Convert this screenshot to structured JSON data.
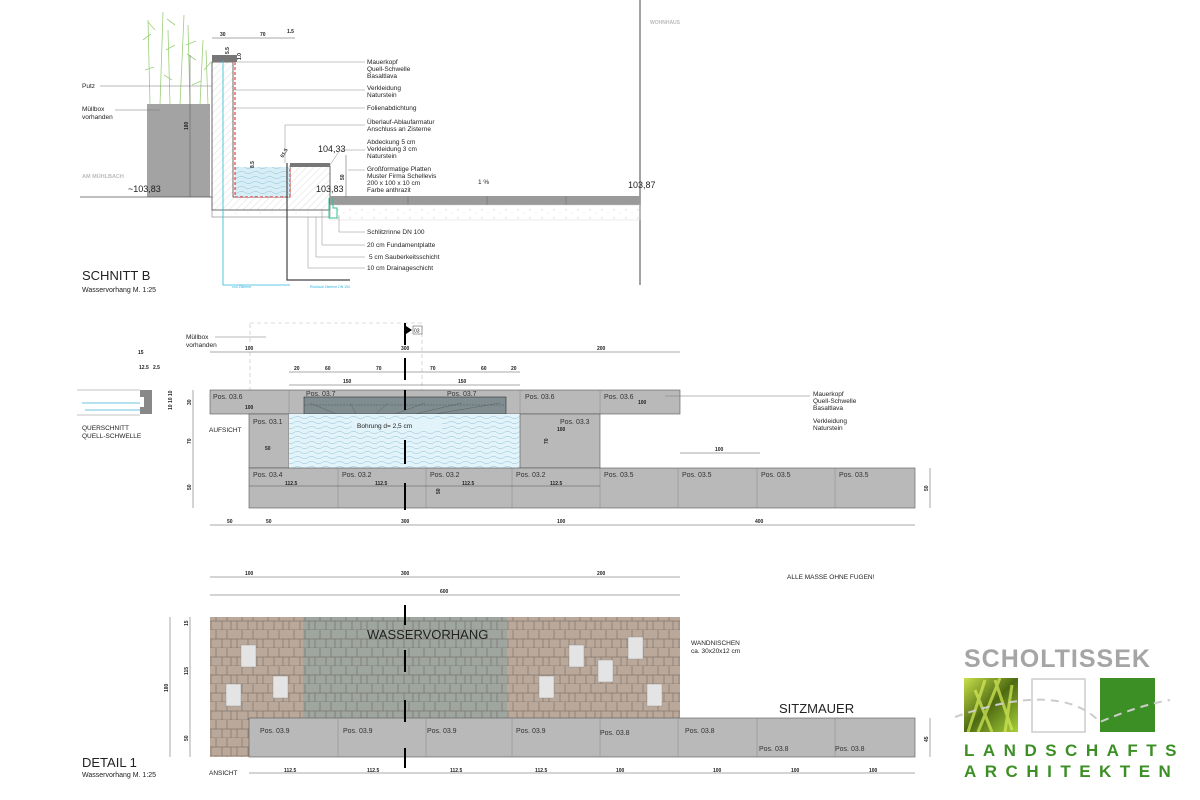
{
  "section_b": {
    "title": "SCHNITT  B",
    "subtitle": "Wasservorhang  M. 1:25",
    "building_label": "WOHNHAUS",
    "stream_label": "AM MÜHLBACH",
    "left_labels": {
      "putz": "Putz",
      "muellbox_1": "Müllbox",
      "muellbox_2": "vorhanden"
    },
    "callouts": [
      [
        "Mauerkopf",
        "Quell-Schwelle",
        "Basaltlava"
      ],
      [
        "Verkleidung",
        "Naturstein"
      ],
      [
        "Folienabdichtung"
      ],
      [
        "Überlauf-Ablaufarmatur",
        "Anschluss an Zisterne"
      ],
      [
        "Abdeckung 5 cm",
        "Verkleidung 3 cm",
        "Naturstein"
      ],
      [
        "Großformatige Platten",
        "Muster Firma Schellevis",
        "200 x 100 x 10 cm",
        "Farbe anthrazit"
      ]
    ],
    "lower_callouts": [
      "Schlitzrinne DN 100",
      "20 cm Fundamentplatte",
      "5 cm Sauberkeitsschicht",
      "10 cm Drainageschicht"
    ],
    "elevations": {
      "ground_left": "~103,83",
      "cover_top": "104,33",
      "paving": "103,83",
      "paving_right": "103,87"
    },
    "slope": "1 %",
    "dims": {
      "d30": "30",
      "d70": "70",
      "d15": "1.5",
      "h180": "180",
      "h50": "50",
      "w85": "8.5",
      "s55": "5.5",
      "s15": "01.5",
      "t10": "1.0"
    },
    "pipe_labels": {
      "supply": "von Zisterne",
      "return": "Rücklauf Zisterne DN 100"
    }
  },
  "plan": {
    "label": "AUFSICHT",
    "muellbox_1": "Müllbox",
    "muellbox_2": "vorhanden",
    "section_marker": "03",
    "cross_section_1": "QUERSCHNITT",
    "cross_section_2": "QUELL-SCHWELLE",
    "cs_dims": [
      "15",
      "12.5",
      "2.5",
      "10 10 10"
    ],
    "drill_label": "Bohrung d= 2,5 cm",
    "right_labels": [
      [
        "Mauerkopf",
        "Quell-Schwelle",
        "Basaltlava"
      ],
      [
        "Verkleidung",
        "Naturstein"
      ]
    ],
    "dims_row1": [
      "100",
      "300",
      "200"
    ],
    "dims_row2": [
      "20",
      "60",
      "70",
      "70",
      "60",
      "20"
    ],
    "dims_row3": [
      "150",
      "150"
    ],
    "dims_bottom": [
      "50",
      "50",
      "300",
      "100",
      "400"
    ],
    "dims_vertical": [
      "30",
      "70",
      "50"
    ],
    "dims_misc": {
      "top_left_100": "100",
      "top_right_100": "100",
      "pos31_50": "50",
      "pos33_100": "100",
      "pos33_70": "70",
      "gap_100": "100",
      "right_50": "50",
      "row_50": "50"
    },
    "top_band": [
      {
        "pos": "Pos. 03.6"
      },
      {
        "pos": "Pos. 03.7"
      },
      {
        "pos": "Pos. 03.7"
      },
      {
        "pos": "Pos. 03.6"
      },
      {
        "pos": "Pos. 03.6"
      }
    ],
    "middle": {
      "left": "Pos. 03.1",
      "right": "Pos. 03.3"
    },
    "bottom_band": [
      {
        "pos": "Pos. 03.4",
        "dim": "112.5"
      },
      {
        "pos": "Pos. 03.2",
        "dim": "112.5"
      },
      {
        "pos": "Pos. 03.2",
        "dim": "112.5"
      },
      {
        "pos": "Pos. 03.2",
        "dim": "112.5"
      },
      {
        "pos": "Pos. 03.5"
      },
      {
        "pos": "Pos. 03.5"
      },
      {
        "pos": "Pos. 03.5"
      },
      {
        "pos": "Pos. 03.5"
      }
    ]
  },
  "elevation": {
    "title": "DETAIL 1",
    "subtitle": "Wasservorhang  M. 1:25",
    "label": "ANSICHT",
    "note": "ALLE MASSE OHNE FUGEN!",
    "water_label": "WASSERVORHANG",
    "seat_label": "SITZMAUER",
    "niche_1": "WANDNISCHEN",
    "niche_2": "ca. 30x20x12 cm",
    "dims_row1": [
      "100",
      "300",
      "200"
    ],
    "dims_total": "600",
    "dims_vertical": {
      "total": "180",
      "top": "15",
      "mid": "115",
      "bottom": "50",
      "right": "45"
    },
    "seat_blocks": [
      {
        "pos": "Pos. 03.9",
        "dim": "112.5"
      },
      {
        "pos": "Pos. 03.9",
        "dim": "112.5"
      },
      {
        "pos": "Pos. 03.9",
        "dim": "112.5"
      },
      {
        "pos": "Pos. 03.9",
        "dim": "112.5"
      },
      {
        "pos": "Pos. 03.8",
        "dim": "100"
      },
      {
        "pos": "Pos. 03.8",
        "dim": "100"
      },
      {
        "pos": "Pos. 03.8",
        "dim": "100"
      },
      {
        "pos": "Pos. 03.8",
        "dim": "100"
      }
    ]
  },
  "logo": {
    "name": "SCHOLTISSEK",
    "line1": "LANDSCHAFTS",
    "line2": "ARCHITEKTEN",
    "colors": {
      "green": "#3c8f25",
      "grey": "#a5a5a5"
    }
  }
}
